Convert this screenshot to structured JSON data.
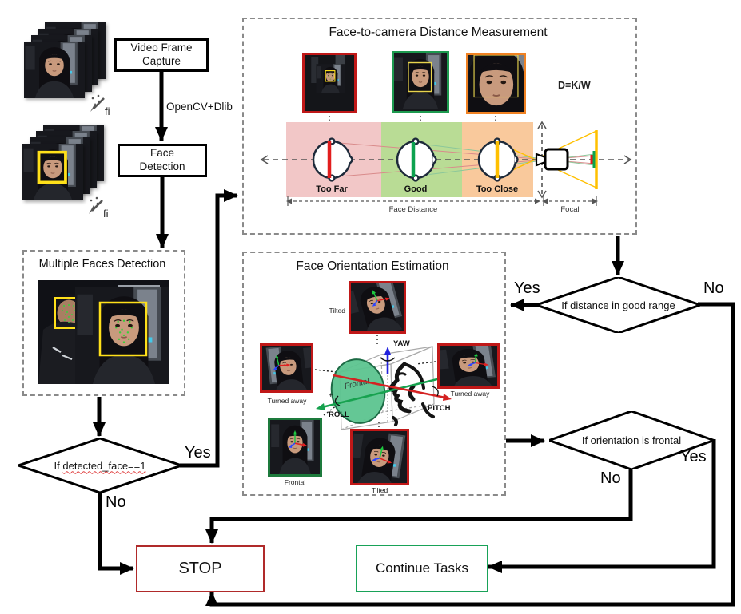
{
  "flow": {
    "video_frame_capture": "Video Frame Capture",
    "opencv_label": "OpenCV+Dlib",
    "face_detection": "Face Detection",
    "frame_index_label": "fi",
    "multiple_faces_title": "Multiple Faces Detection",
    "stop": "STOP",
    "continue": "Continue Tasks"
  },
  "decisions": {
    "detected_face": {
      "prefix": "If ",
      "condition": "detected_face==1",
      "yes": "Yes",
      "no": "No"
    },
    "distance": {
      "label": "If distance in good range",
      "yes": "Yes",
      "no": "No"
    },
    "orientation": {
      "label": "If orientation is frontal",
      "yes": "Yes",
      "no": "No"
    }
  },
  "distance_box": {
    "title": "Face-to-camera Distance Measurement",
    "formula": "D=K/W",
    "zones": [
      {
        "label": "Too Far",
        "band_color": "#f2c7c7",
        "bar_color": "#e21d1d"
      },
      {
        "label": "Good",
        "band_color": "#b9dc95",
        "bar_color": "#0ca24f"
      },
      {
        "label": "Too Close",
        "band_color": "#f9c99c",
        "bar_color": "#ffc000"
      }
    ],
    "face_distance_label": "Face Distance",
    "focal_label": "Focal"
  },
  "orientation_box": {
    "title": "Face Orientation Estimation",
    "plane_label": "Frontal",
    "axis_yaw": "YAW",
    "axis_roll": "ROLL",
    "axis_pitch": "PITCH",
    "roll_sign": "+",
    "pitch_sign": "-",
    "poses": {
      "top": "Tilted",
      "left": "Turned away",
      "right": "Turned away",
      "bottom_left": "Frontal",
      "bottom_center": "Tilted"
    }
  },
  "colors": {
    "arrow": "#000000",
    "far_border": "#c01818",
    "good_border": "#1d9a4f",
    "close_border": "#f08223",
    "stop_border": "#b02a2a",
    "continue_border": "#18a258",
    "detection_box": "#ffe01a",
    "landmark_dots": "#39d03c"
  }
}
